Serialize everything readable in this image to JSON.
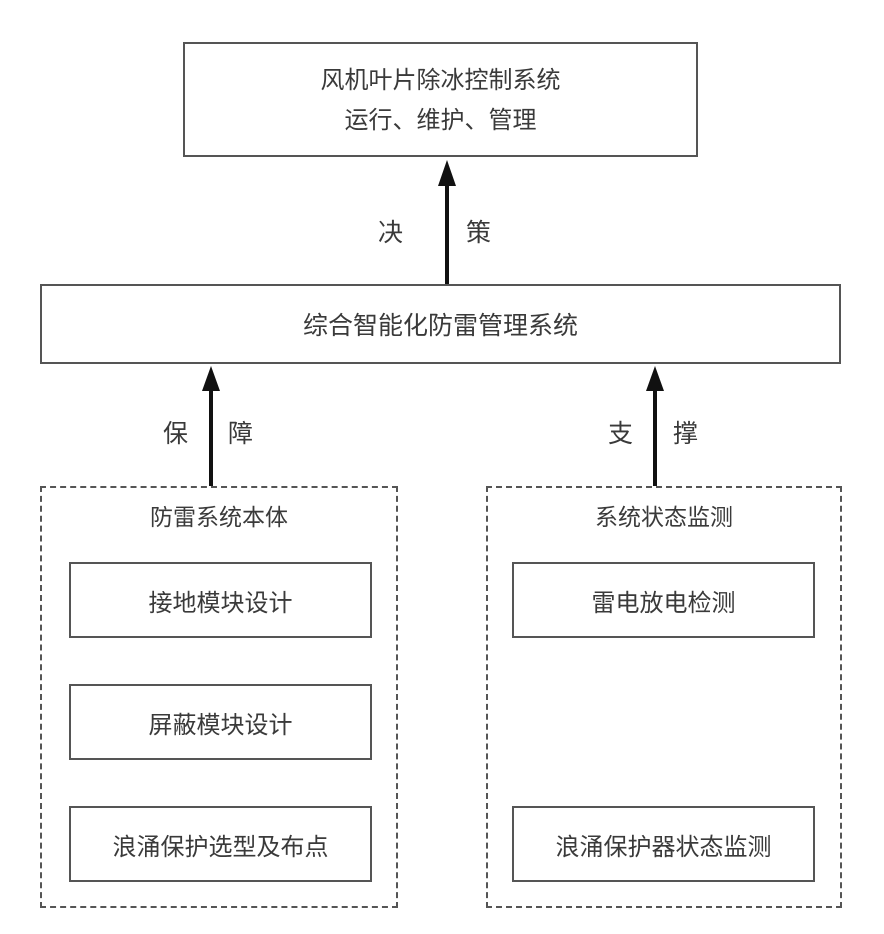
{
  "top_system": {
    "line1": "风机叶片除冰控制系统",
    "line2": "运行、维护、管理"
  },
  "edge_decision": {
    "char1": "决",
    "char2": "策"
  },
  "mid_system": {
    "label": "综合智能化防雷管理系统"
  },
  "edge_guarantee": {
    "char1": "保",
    "char2": "障"
  },
  "edge_support": {
    "char1": "支",
    "char2": "撑"
  },
  "left_group": {
    "title": "防雷系统本体",
    "items": [
      "接地模块设计",
      "屏蔽模块设计",
      "浪涌保护选型及布点"
    ]
  },
  "right_group": {
    "title": "系统状态监测",
    "items": [
      "雷电放电检测",
      "浪涌保护器状态监测"
    ]
  },
  "colors": {
    "stroke": "#555555",
    "text": "#3a3a3a",
    "background": "#ffffff"
  }
}
